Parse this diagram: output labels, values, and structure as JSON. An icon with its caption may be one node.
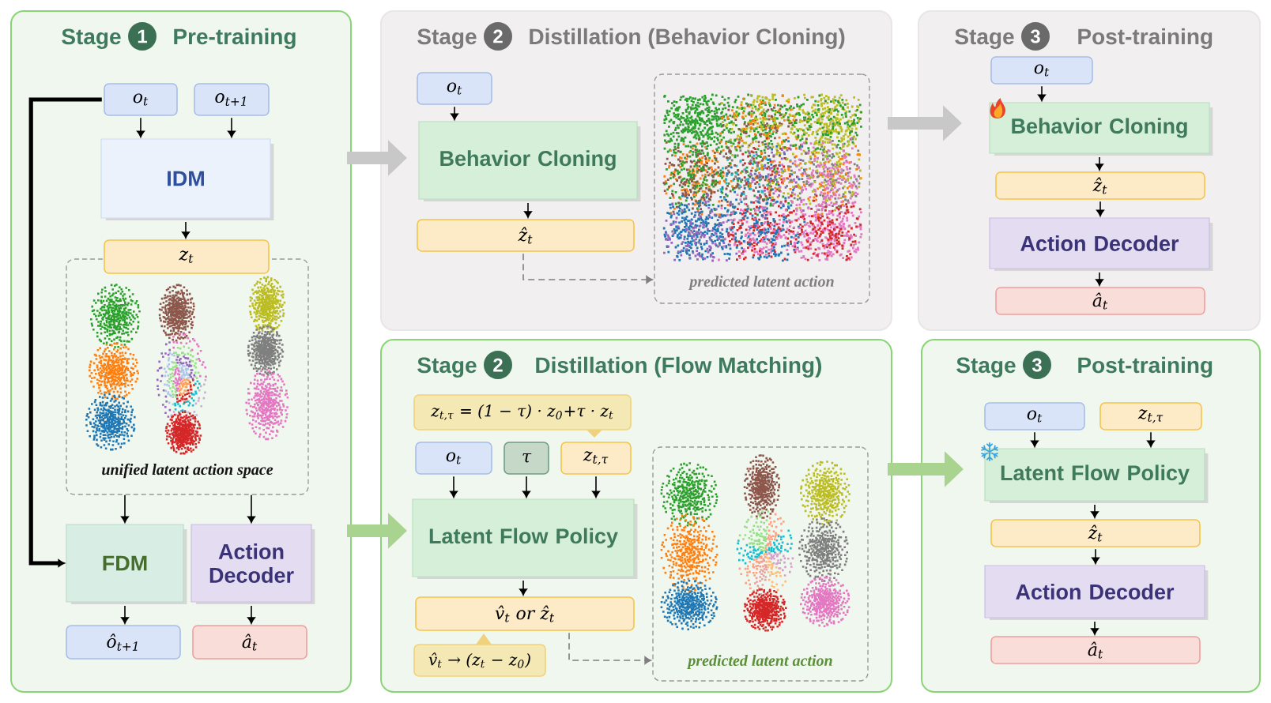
{
  "diagram": {
    "nodes": [
      {
        "text": [
          "Stage",
          "Pre-training"
        ]
      },
      {
        "text": [
          "1"
        ],
        "in": 0
      },
      {
        "text": [
          "o$_{t}$"
        ],
        "in": 0
      },
      {
        "text": [
          "o$_{t+1}$"
        ],
        "in": 0
      },
      {
        "text": [
          "IDM"
        ],
        "in": 0
      },
      {
        "text": [
          "z$_{t}$"
        ],
        "in": 0
      },
      {
        "text": [
          "unified latent action space"
        ],
        "in": 0
      },
      {
        "text": [
          "FDM"
        ],
        "in": 0
      },
      {
        "text": [
          "Action Decoder"
        ],
        "in": 0
      },
      {
        "text": [
          "ô$_{t+1}$"
        ],
        "in": 0
      },
      {
        "text": [
          "â$_{t}$"
        ],
        "in": 0
      },
      {
        "text": [
          "Stage",
          "Distillation (Behavior Cloning)"
        ]
      },
      {
        "text": [
          "2"
        ],
        "in": 11
      },
      {
        "text": [
          "o$_{t}$"
        ],
        "in": 11
      },
      {
        "text": [
          "Behavior Cloning"
        ],
        "in": 11
      },
      {
        "text": [
          "ẑ$_{t}$"
        ],
        "in": 11
      },
      {
        "text": [
          "predicted latent action"
        ],
        "in": 11
      },
      {
        "text": [
          "Stage",
          "Post-training"
        ]
      },
      {
        "text": [
          "3"
        ],
        "in": 17
      },
      {
        "text": [
          "o$_{t}$"
        ],
        "in": 17
      },
      {
        "text": [
          "Behavior Cloning"
        ],
        "in": 17
      },
      {
        "text": [
          "ẑ$_{t}$"
        ],
        "in": 17
      },
      {
        "text": [
          "Action Decoder"
        ],
        "in": 17
      },
      {
        "text": [
          "â$_{t}$"
        ],
        "in": 17
      },
      {
        "text": [
          "Stage",
          "Distillation (Flow Matching)"
        ]
      },
      {
        "text": [
          "2"
        ],
        "in": 24
      },
      {
        "text": [
          "z$_{t,τ}$ = (1 − τ) · z$_{0}$+τ · z$_{t}$"
        ],
        "in": 24
      },
      {
        "text": [
          "o$_{t}$"
        ],
        "in": 24
      },
      {
        "text": [
          "τ"
        ],
        "in": 24
      },
      {
        "text": [
          "z$_{t,τ}$"
        ],
        "in": 24
      },
      {
        "text": [
          "Latent Flow Policy"
        ],
        "in": 24
      },
      {
        "text": [
          "v̂$_{t}$ or ẑ$_{t}$"
        ],
        "in": 24
      },
      {
        "text": [
          "v̂$_{t}$ → (z$_{t}$ − z$_{0}$)"
        ],
        "in": 24
      },
      {
        "text": [
          "predicted latent action"
        ],
        "in": 24
      },
      {
        "text": [
          "Stage",
          "Post-training"
        ]
      },
      {
        "text": [
          "3"
        ],
        "in": 34
      },
      {
        "text": [
          "o$_{t}$"
        ],
        "in": 34
      },
      {
        "text": [
          "z$_{t,τ}$"
        ],
        "in": 34
      },
      {
        "text": [
          "Latent Flow Policy"
        ],
        "in": 34
      },
      {
        "text": [
          "ẑ$_{t}$"
        ],
        "in": 34
      },
      {
        "text": [
          "Action Decoder"
        ],
        "in": 34
      },
      {
        "text": [
          "â$_{t}$"
        ],
        "in": 34
      }
    ],
    "edges": [
      {
        "from": 2,
        "to": 4,
        "arrow": "to"
      },
      {
        "from": 3,
        "to": 4,
        "arrow": "to"
      },
      {
        "from": 4,
        "to": 5,
        "arrow": "to"
      },
      {
        "from": 6,
        "to": 7,
        "arrow": "to"
      },
      {
        "from": 6,
        "to": 8,
        "arrow": "to"
      },
      {
        "from": 2,
        "to": 7,
        "arrow": "to",
        "style": "thick"
      },
      {
        "from": 7,
        "to": 9,
        "arrow": "to"
      },
      {
        "from": 8,
        "to": 10,
        "arrow": "to"
      },
      {
        "from": 0,
        "to": 11,
        "arrow": "to",
        "style": "thick",
        "color": "#c8c8c8"
      },
      {
        "from": 13,
        "to": 14,
        "arrow": "to"
      },
      {
        "from": 14,
        "to": 15,
        "arrow": "to"
      },
      {
        "from": 15,
        "to": 16,
        "arrow": "to",
        "style": "dashed",
        "color": "#7f7f7f"
      },
      {
        "from": 11,
        "to": 17,
        "arrow": "to",
        "style": "thick",
        "color": "#c8c8c8"
      },
      {
        "from": 19,
        "to": 20,
        "arrow": "to"
      },
      {
        "from": 20,
        "to": 21,
        "arrow": "to"
      },
      {
        "from": 21,
        "to": 22,
        "arrow": "to"
      },
      {
        "from": 22,
        "to": 23,
        "arrow": "to"
      },
      {
        "from": 0,
        "to": 24,
        "arrow": "to",
        "style": "thick",
        "color": "#a9d48f"
      },
      {
        "from": 27,
        "to": 30,
        "arrow": "to"
      },
      {
        "from": 28,
        "to": 30,
        "arrow": "to"
      },
      {
        "from": 29,
        "to": 30,
        "arrow": "to"
      },
      {
        "from": 30,
        "to": 31,
        "arrow": "to"
      },
      {
        "from": 31,
        "to": 33,
        "arrow": "to",
        "style": "dashed",
        "color": "#7f7f7f"
      },
      {
        "from": 24,
        "to": 34,
        "arrow": "to",
        "style": "thick",
        "color": "#a9d48f"
      },
      {
        "from": 36,
        "to": 38,
        "arrow": "to"
      },
      {
        "from": 37,
        "to": 38,
        "arrow": "to"
      },
      {
        "from": 38,
        "to": 39,
        "arrow": "to"
      },
      {
        "from": 39,
        "to": 40,
        "arrow": "to"
      },
      {
        "from": 40,
        "to": 41,
        "arrow": "to"
      }
    ]
  }
}
